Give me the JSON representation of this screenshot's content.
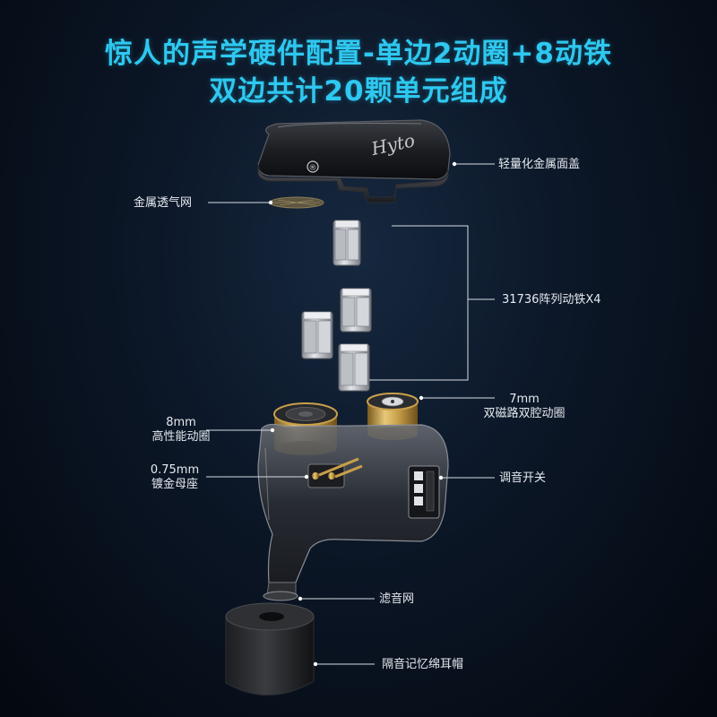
{
  "title": {
    "line1": "惊人的声学硬件配置-单边2动圈+8动铁",
    "line2": "双边共计20颗单元组成"
  },
  "faceplate": {
    "signature": "Hyto",
    "mark": "®"
  },
  "callouts": {
    "cover": "轻量化金属面盖",
    "mesh": "金属透气网",
    "ba": "31736阵列动铁X4",
    "dd7_line1": "7mm",
    "dd7_line2": "双磁路双腔动圈",
    "dd8_line1": "8mm",
    "dd8_line2": "高性能动圈",
    "socket_line1": "0.75mm",
    "socket_line2": "镀金母座",
    "switch": "调音开关",
    "filter": "滤音网",
    "eartip": "隔音记忆绵耳帽"
  },
  "ba_unit_text": "31736",
  "colors": {
    "headline": "#2ec8f0",
    "label": "#e6eaf0",
    "leader": "#d8dde4",
    "gold": "#c9a04a"
  }
}
